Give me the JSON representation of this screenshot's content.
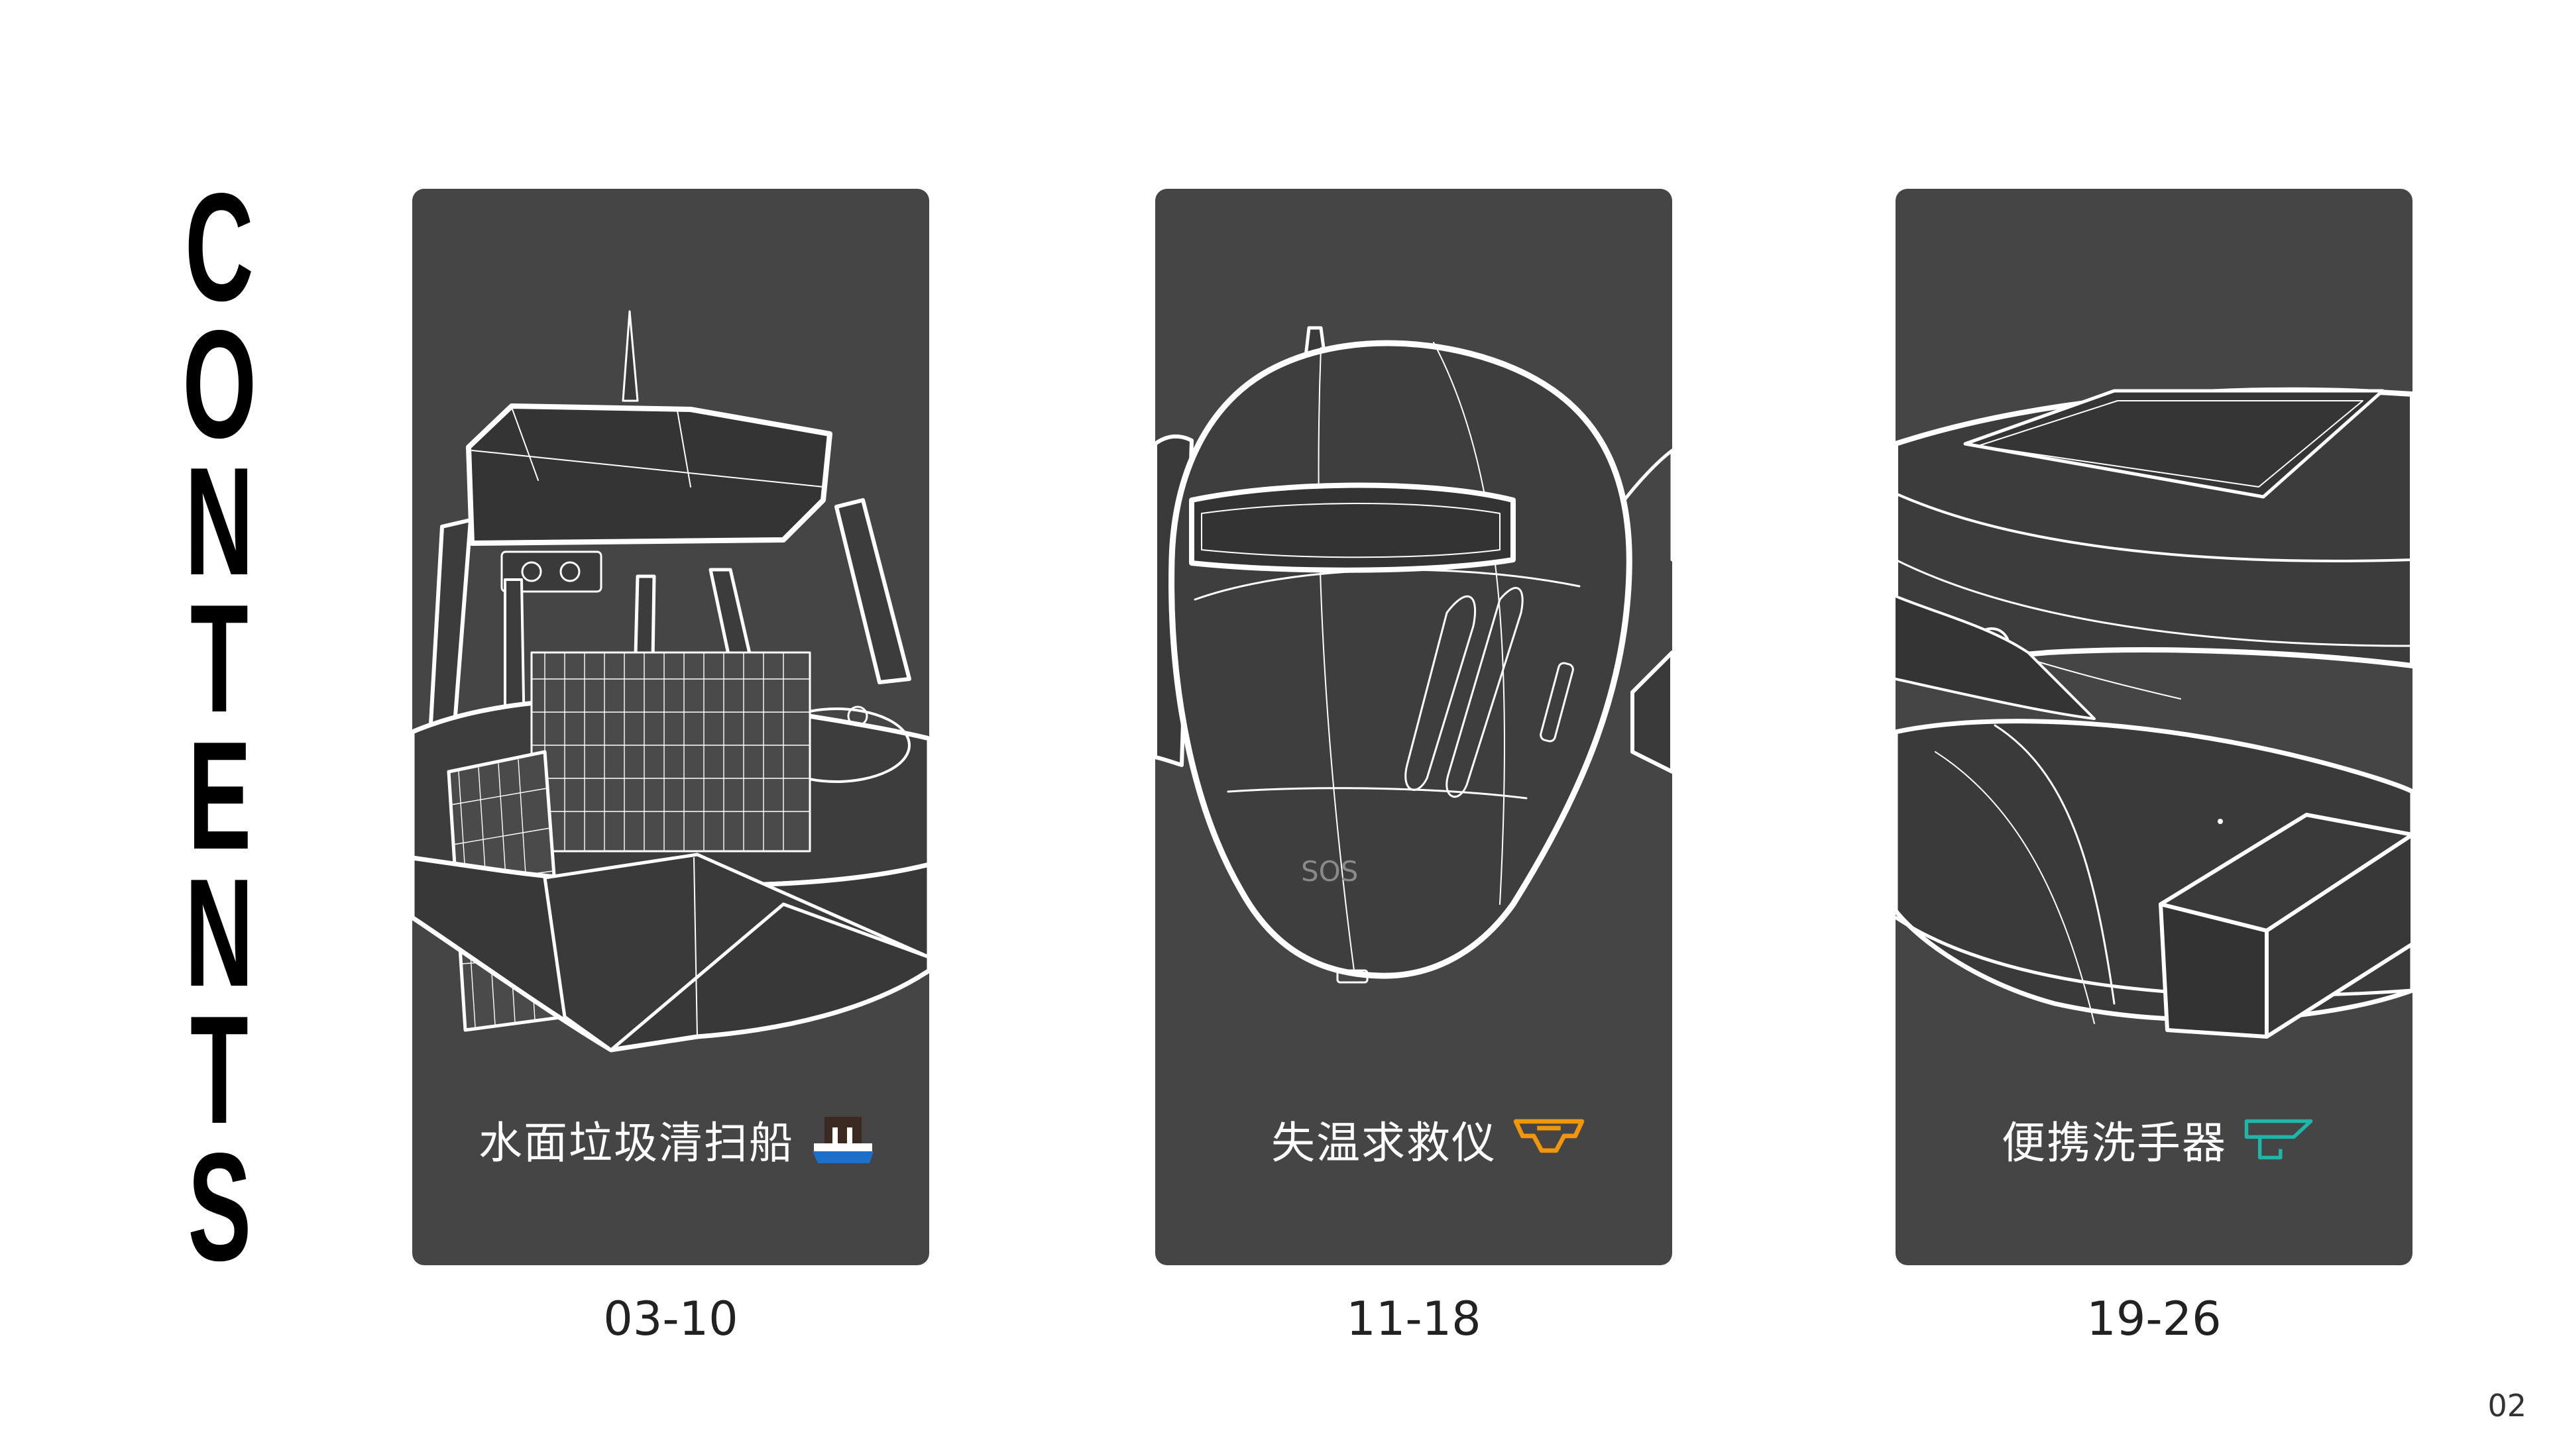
{
  "title_letters": [
    "C",
    "O",
    "N",
    "T",
    "E",
    "N",
    "T",
    "S"
  ],
  "cards": [
    {
      "label": "水面垃圾清扫船",
      "pages": "03-10",
      "icon": "boat-icon",
      "icon_colors": [
        "#3a2a22",
        "#1e6fc8"
      ]
    },
    {
      "label": "失温求救仪",
      "pages": "11-18",
      "icon": "rescue-device-icon",
      "icon_colors": [
        "#f0960a"
      ],
      "device_text": "SOS"
    },
    {
      "label": "便携洗手器",
      "pages": "19-26",
      "icon": "hand-washer-icon",
      "icon_colors": [
        "#1fb5a8"
      ]
    }
  ],
  "page_number": "02",
  "colors": {
    "card_bg": "#454545",
    "title": "#000000",
    "line_art": "#ffffff"
  }
}
